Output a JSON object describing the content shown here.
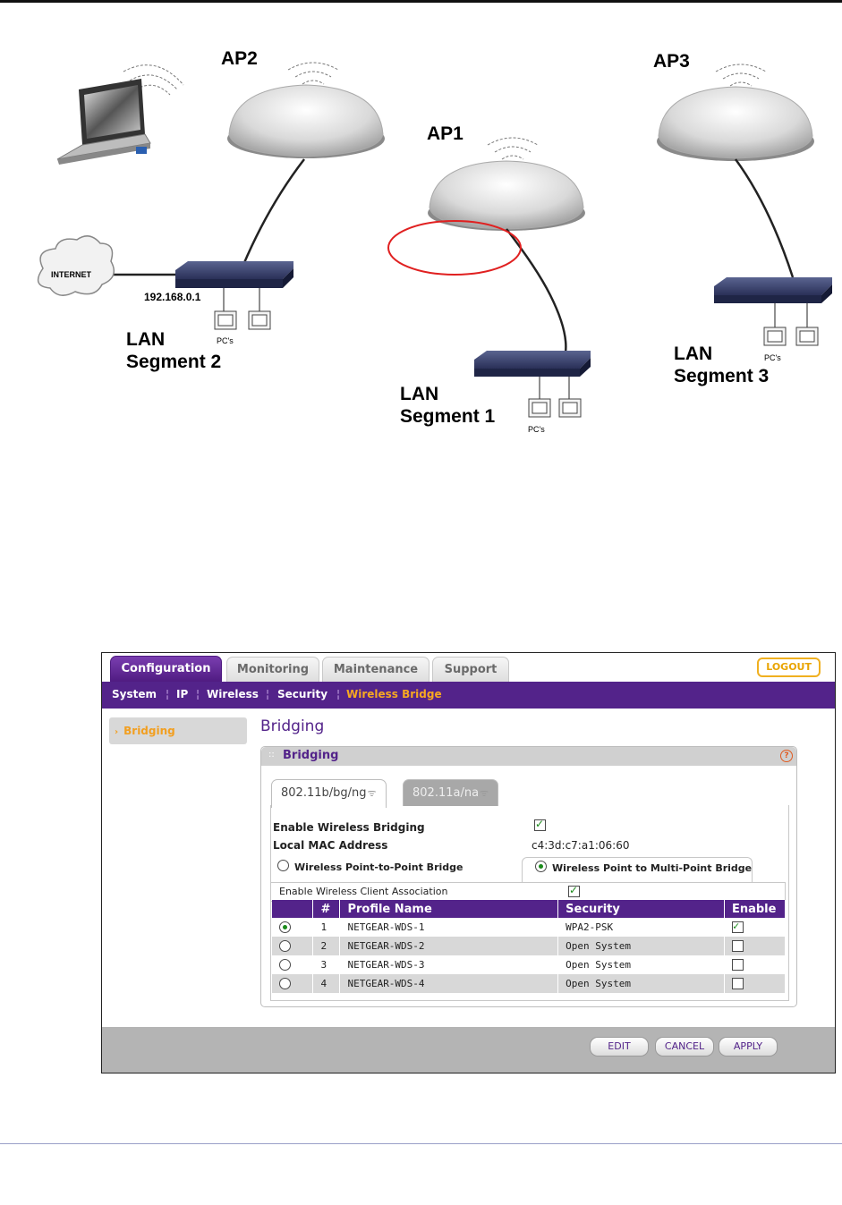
{
  "diagram": {
    "ap_labels": [
      "AP2",
      "AP1",
      "AP3"
    ],
    "internet_label": "INTERNET",
    "ip_label": "192.168.0.1",
    "pcs_label": "PC's",
    "lan2": {
      "line1": "LAN",
      "line2": "Segment 2"
    },
    "lan1": {
      "line1": "LAN",
      "line2": "Segment 1"
    },
    "lan3": {
      "line1": "LAN",
      "line2": "Segment 3"
    }
  },
  "ui": {
    "main_tabs": [
      "Configuration",
      "Monitoring",
      "Maintenance",
      "Support"
    ],
    "logout_label": "LOGOUT",
    "subnav": [
      "System",
      "IP",
      "Wireless",
      "Security",
      "Wireless Bridge"
    ],
    "sidebar_item": "Bridging",
    "page_title": "Bridging",
    "panel_title": "Bridging",
    "help_icon": "?",
    "radio_tabs": [
      "802.11b/bg/ng",
      "802.11a/na"
    ],
    "enable_bridging_label": "Enable Wireless Bridging",
    "enable_bridging_checked": true,
    "mac_label": "Local MAC Address",
    "mac_value": "c4:3d:c7:a1:06:60",
    "mode_p2p_label": "Wireless Point-to-Point Bridge",
    "mode_p2mp_label": "Wireless Point to Multi-Point Bridge",
    "selected_mode": "Wireless Point to Multi-Point Bridge",
    "client_assoc_label": "Enable Wireless Client Association",
    "client_assoc_checked": true,
    "table_headers": [
      "",
      "#",
      "Profile Name",
      "Security",
      "Enable"
    ],
    "profiles": [
      {
        "num": "1",
        "name": "NETGEAR-WDS-1",
        "security": "WPA2-PSK",
        "selected": true,
        "enabled": true
      },
      {
        "num": "2",
        "name": "NETGEAR-WDS-2",
        "security": "Open System",
        "selected": false,
        "enabled": false
      },
      {
        "num": "3",
        "name": "NETGEAR-WDS-3",
        "security": "Open System",
        "selected": false,
        "enabled": false
      },
      {
        "num": "4",
        "name": "NETGEAR-WDS-4",
        "security": "Open System",
        "selected": false,
        "enabled": false
      }
    ],
    "buttons": [
      "EDIT",
      "CANCEL",
      "APPLY"
    ]
  },
  "colors": {
    "accent_purple": "#53238a",
    "orange": "#f29f20",
    "highlight_red": "#e02020"
  }
}
